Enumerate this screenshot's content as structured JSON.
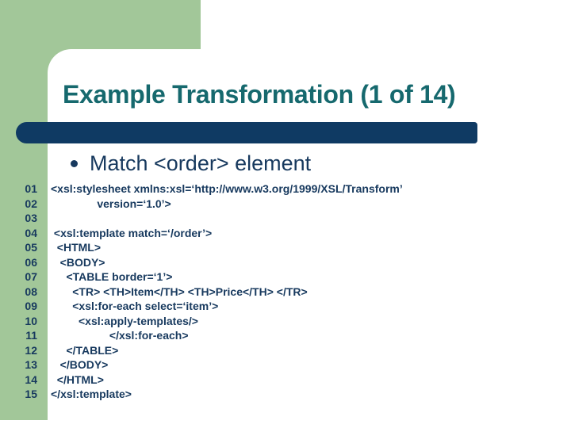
{
  "slide": {
    "title": "Example Transformation (1 of 14)",
    "bullet": {
      "text": "Match <order> element"
    },
    "code": {
      "lines": [
        {
          "n": "01",
          "t": "<xsl:stylesheet xmlns:xsl=‘http://www.w3.org/1999/XSL/Transform’"
        },
        {
          "n": "02",
          "t": "               version=‘1.0’>"
        },
        {
          "n": "03",
          "t": ""
        },
        {
          "n": "04",
          "t": " <xsl:template match=‘/order’>"
        },
        {
          "n": "05",
          "t": "  <HTML>"
        },
        {
          "n": "06",
          "t": "   <BODY>"
        },
        {
          "n": "07",
          "t": "     <TABLE border=‘1’>"
        },
        {
          "n": "08",
          "t": "       <TR> <TH>Item</TH> <TH>Price</TH> </TR>"
        },
        {
          "n": "09",
          "t": "       <xsl:for-each select=‘item’>"
        },
        {
          "n": "10",
          "t": "         <xsl:apply-templates/>"
        },
        {
          "n": "11",
          "t": "                   </xsl:for-each>"
        },
        {
          "n": "12",
          "t": "     </TABLE>"
        },
        {
          "n": "13",
          "t": "   </BODY>"
        },
        {
          "n": "14",
          "t": "  </HTML>"
        },
        {
          "n": "15",
          "t": "</xsl:template>"
        }
      ]
    }
  },
  "colors": {
    "background_green": "#a2c799",
    "bar_navy": "#0f3a63",
    "title_teal": "#16696e",
    "text_navy": "#17395e",
    "panel_white": "#ffffff"
  }
}
